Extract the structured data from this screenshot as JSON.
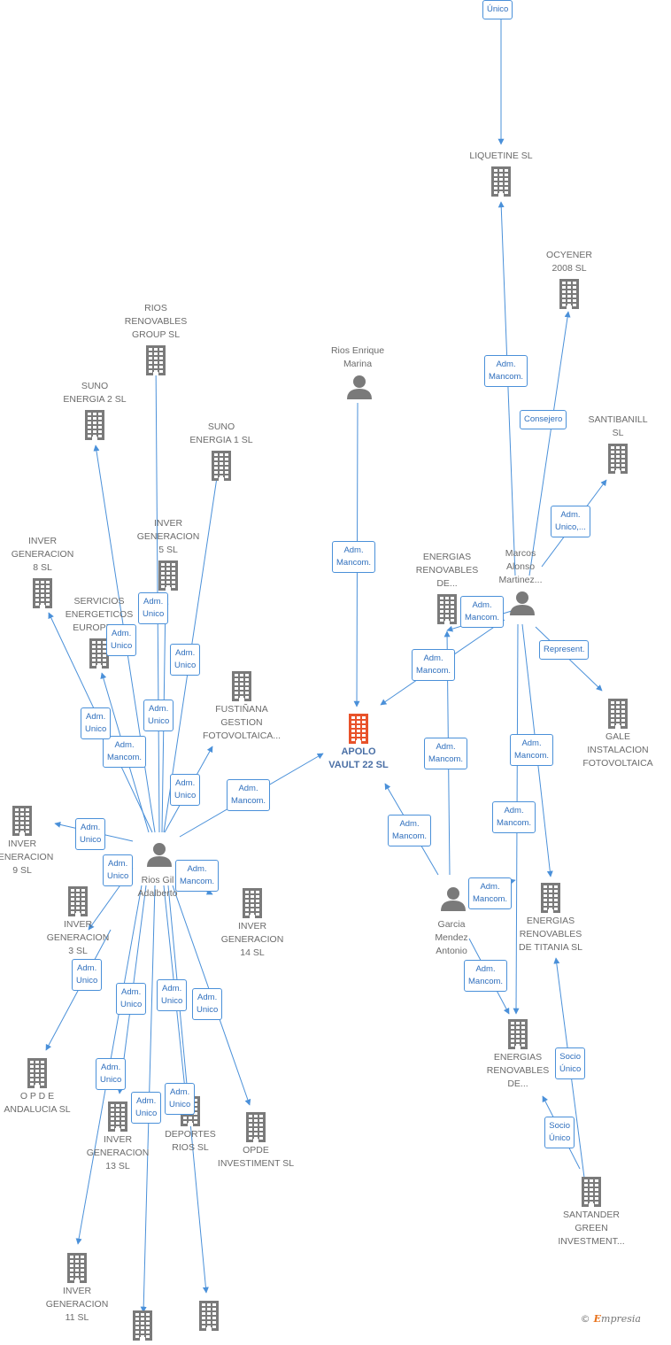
{
  "colors": {
    "edge": "#4a90d9",
    "node": "#7a7a7a",
    "focus": "#e8522a",
    "edge_label_text": "#2f6fbd"
  },
  "focus_node": "apolo",
  "nodes": [
    {
      "id": "apolo",
      "type": "company",
      "focus": true,
      "label": "APOLO\nVAULT 22  SL"
    },
    {
      "id": "liquetine",
      "type": "company",
      "label": "LIQUETINE  SL"
    },
    {
      "id": "ocyener",
      "type": "company",
      "label": "OCYENER\n2008 SL"
    },
    {
      "id": "santibanill",
      "type": "company",
      "label": "SANTIBANILL\nSL"
    },
    {
      "id": "marcos",
      "type": "person",
      "label": "Marcos\nAlonso\nMartinez..."
    },
    {
      "id": "rios_enrique",
      "type": "person",
      "label": "Rios Enrique\nMarina"
    },
    {
      "id": "rios_gil",
      "type": "person",
      "label": "Rios Gil\nAdalberto"
    },
    {
      "id": "garcia",
      "type": "person",
      "label": "Garcia\nMendez\nAntonio"
    },
    {
      "id": "energias_de",
      "type": "company",
      "label": "ENERGIAS\nRENOVABLES\nDE..."
    },
    {
      "id": "gale",
      "type": "company",
      "label": "GALE\nINSTALACION\nFOTOVOLTAICA"
    },
    {
      "id": "titania",
      "type": "company",
      "label": "ENERGIAS\nRENOVABLES\nDE TITANIA  SL"
    },
    {
      "id": "energias_de2",
      "type": "company",
      "label": "ENERGIAS\nRENOVABLES\nDE..."
    },
    {
      "id": "santander",
      "type": "company",
      "label": "SANTANDER\nGREEN\nINVESTMENT..."
    },
    {
      "id": "rios_renov",
      "type": "company",
      "label": "RIOS\nRENOVABLES\nGROUP SL"
    },
    {
      "id": "suno2",
      "type": "company",
      "label": "SUNO\nENERGIA 2  SL"
    },
    {
      "id": "suno1",
      "type": "company",
      "label": "SUNO\nENERGIA 1  SL"
    },
    {
      "id": "inver5",
      "type": "company",
      "label": "INVER\nGENERACION\n5  SL"
    },
    {
      "id": "inver8",
      "type": "company",
      "label": "INVER\nGENERACION\n8  SL"
    },
    {
      "id": "servicios",
      "type": "company",
      "label": "SERVICIOS\nENERGETICOS\nEUROPEOS"
    },
    {
      "id": "fustinana",
      "type": "company",
      "label": "FUSTIÑANA\nGESTION\nFOTOVOLTAICA..."
    },
    {
      "id": "inver9",
      "type": "company",
      "label": "INVER\nGENERACION\n9  SL"
    },
    {
      "id": "inver3",
      "type": "company",
      "label": "INVER\nGENERACION\n3  SL"
    },
    {
      "id": "inver14",
      "type": "company",
      "label": "INVER\nGENERACION\n14  SL"
    },
    {
      "id": "opde_and",
      "type": "company",
      "label": "O P D E\nANDALUCIA SL"
    },
    {
      "id": "inver13",
      "type": "company",
      "label": "INVER\nGENERACION\n13  SL"
    },
    {
      "id": "deportes",
      "type": "company",
      "label": "DEPORTES\nRIOS  SL"
    },
    {
      "id": "opde_inv",
      "type": "company",
      "label": "OPDE\nINVESTIMENT SL"
    },
    {
      "id": "inver11",
      "type": "company",
      "label": "INVER\nGENERACION\n11  SL"
    },
    {
      "id": "bottom1",
      "type": "company",
      "label": ""
    },
    {
      "id": "bottom2",
      "type": "company",
      "label": ""
    },
    {
      "id": "top_off",
      "type": "company",
      "label": ""
    }
  ],
  "edges": [
    {
      "from": "top_off",
      "to": "liquetine",
      "label": "Único"
    },
    {
      "from": "marcos",
      "to": "liquetine",
      "label": "Adm.\nMancom."
    },
    {
      "from": "marcos",
      "to": "ocyener",
      "label": "Consejero"
    },
    {
      "from": "marcos",
      "to": "santibanill",
      "label": "Adm.\nUnico,..."
    },
    {
      "from": "marcos",
      "to": "energias_de",
      "label": "Adm.\nMancom."
    },
    {
      "from": "marcos",
      "to": "gale",
      "label": "Represent."
    },
    {
      "from": "marcos",
      "to": "titania",
      "label": "Adm.\nMancom."
    },
    {
      "from": "marcos",
      "to": "energias_de2",
      "label": "Adm.\nMancom."
    },
    {
      "from": "rios_enrique",
      "to": "apolo",
      "label": "Adm.\nMancom."
    },
    {
      "from": "garcia",
      "to": "apolo",
      "label": "Adm.\nMancom."
    },
    {
      "from": "garcia",
      "to": "energias_de",
      "label": "Adm.\nMancom."
    },
    {
      "from": "garcia",
      "to": "energias_de2",
      "label": "Adm.\nMancom."
    },
    {
      "from": "garcia",
      "to": "titania",
      "label": "Adm.\nMancom."
    },
    {
      "from": "marcos",
      "to": "apolo",
      "label": "Adm.\nMancom."
    },
    {
      "from": "santander",
      "to": "titania",
      "label": "Socio\nÚnico"
    },
    {
      "from": "santander",
      "to": "energias_de2",
      "label": "Socio\nÚnico"
    },
    {
      "from": "rios_gil",
      "to": "apolo",
      "label": "Adm.\nMancom."
    },
    {
      "from": "rios_gil",
      "to": "rios_renov",
      "label": "Adm.\nUnico"
    },
    {
      "from": "rios_gil",
      "to": "suno2",
      "label": "Adm.\nMancom."
    },
    {
      "from": "rios_gil",
      "to": "suno1",
      "label": "Adm.\nUnico"
    },
    {
      "from": "rios_gil",
      "to": "inver5",
      "label": "Adm.\nUnico"
    },
    {
      "from": "rios_gil",
      "to": "inver8",
      "label": "Adm.\nUnico"
    },
    {
      "from": "rios_gil",
      "to": "servicios",
      "label": "Adm.\nUnico"
    },
    {
      "from": "rios_gil",
      "to": "fustinana",
      "label": "Adm.\nUnico"
    },
    {
      "from": "rios_gil",
      "to": "inver9",
      "label": "Adm.\nUnico"
    },
    {
      "from": "rios_gil",
      "to": "inver3",
      "label": "Adm.\nUnico"
    },
    {
      "from": "rios_gil",
      "to": "inver14",
      "label": "Adm.\nMancom."
    },
    {
      "from": "rios_gil",
      "to": "opde_and",
      "label": "Adm.\nUnico"
    },
    {
      "from": "rios_gil",
      "to": "inver13",
      "label": "Adm.\nUnico"
    },
    {
      "from": "rios_gil",
      "to": "deportes",
      "label": "Adm.\nUnico"
    },
    {
      "from": "rios_gil",
      "to": "opde_inv",
      "label": "Adm.\nUnico"
    },
    {
      "from": "rios_gil",
      "to": "inver11",
      "label": "Adm.\nUnico"
    },
    {
      "from": "rios_gil",
      "to": "bottom1",
      "label": "Adm.\nUnico"
    },
    {
      "from": "rios_gil",
      "to": "bottom2",
      "label": "Adm.\nUnico"
    }
  ],
  "brand": {
    "copyright": "©",
    "initial": "E",
    "rest": "mpresia"
  }
}
